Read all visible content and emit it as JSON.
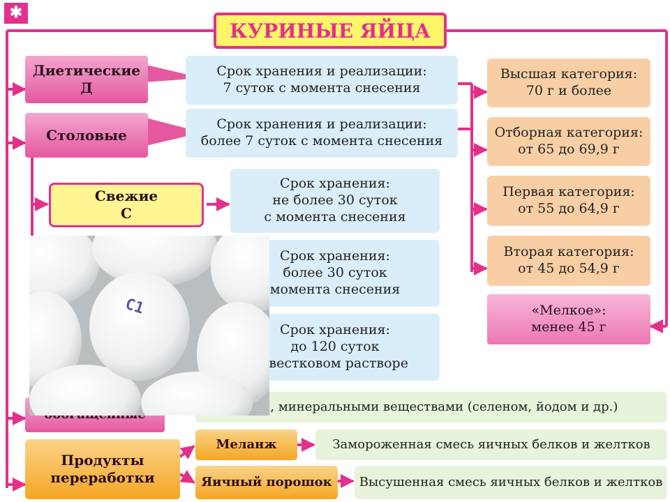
{
  "title": "КУРИНЫЕ ЯЙЦА",
  "corner_mark": "✱",
  "left_boxes": {
    "dietary": {
      "line1": "Диетические",
      "line2": "Д"
    },
    "table": {
      "label": "Столовые"
    },
    "fresh": {
      "line1": "Свежие",
      "line2": "С"
    },
    "enriched_fragment": "обогащённые",
    "processed": {
      "line1": "Продукты",
      "line2": "переработки"
    }
  },
  "storage": {
    "dietary": {
      "line1": "Срок хранения и реализации:",
      "line2": "7 суток с момента снесения"
    },
    "table": {
      "line1": "Срок хранения и реализации:",
      "line2": "более 7 суток с момента снесения"
    },
    "fresh": {
      "line1": "Срок хранения:",
      "line2": "не более 30 суток",
      "line3": "с момента снесения"
    },
    "refrigerated": {
      "line1": "Срок хранения:",
      "line2": "более 30 суток",
      "line3": "момента снесения"
    },
    "lime": {
      "line1": "Срок хранения:",
      "line2": "до 120 суток",
      "line3": "звестковом растворе"
    }
  },
  "enriched_text": "ами, минеральными веществами (селеном, йодом и др.)",
  "categories": [
    {
      "line1": "Высшая категория:",
      "line2": "70 г и более"
    },
    {
      "line1": "Отборная категория:",
      "line2": "от 65 до 69,9 г"
    },
    {
      "line1": "Первая категория:",
      "line2": "от 55 до 64,9 г"
    },
    {
      "line1": "Вторая категория:",
      "line2": "от 45 до 54,9 г"
    },
    {
      "line1": "«Мелкое»:",
      "line2": "менее 45 г"
    }
  ],
  "products": {
    "melange": {
      "label": "Меланж",
      "desc": "Замороженная смесь яичных белков и желтков"
    },
    "powder": {
      "label": "Яичный порошок",
      "desc": "Высушенная смесь яичных белков и желтков"
    }
  },
  "photo_stamp": "С1",
  "colors": {
    "line": "#e2308b",
    "pink_box": "#e5589f",
    "blue_box": "#d9eef9",
    "peach_box": "#f8cfa5",
    "yellow_box": "#fff593",
    "orange_box": "#f5a623",
    "green_box": "#e7f3da"
  }
}
